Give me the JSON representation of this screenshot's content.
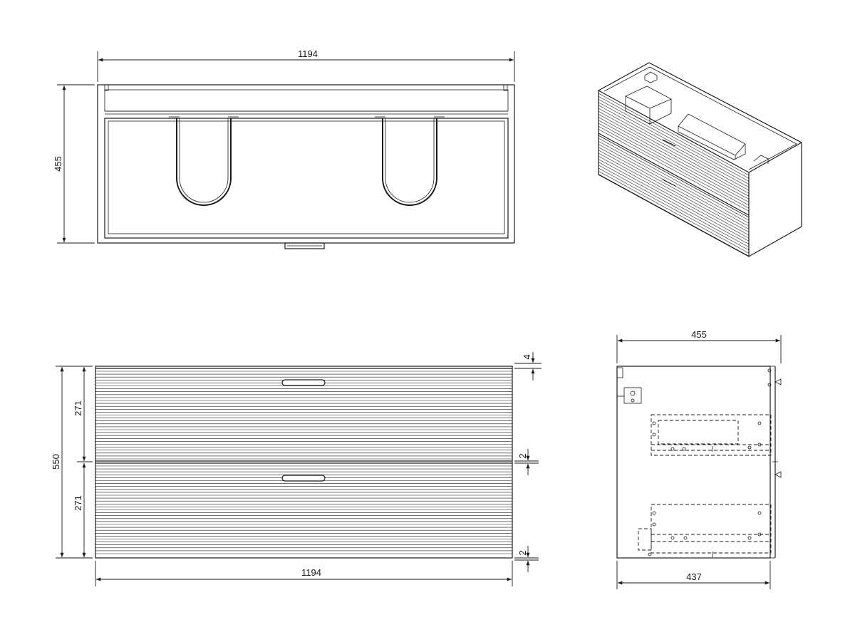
{
  "views": {
    "top": {
      "width_label": "1194",
      "depth_label": "455"
    },
    "front": {
      "width_label": "1194",
      "height_label": "550",
      "drawer_top_label": "271",
      "drawer_bottom_label": "271",
      "top_gap_label": "4",
      "mid_gap_label": "2",
      "bottom_gap_label": "2"
    },
    "side": {
      "depth_top_label": "455",
      "depth_bottom_label": "437"
    }
  },
  "colors": {
    "line": "#1a1a1a",
    "background": "#ffffff"
  }
}
